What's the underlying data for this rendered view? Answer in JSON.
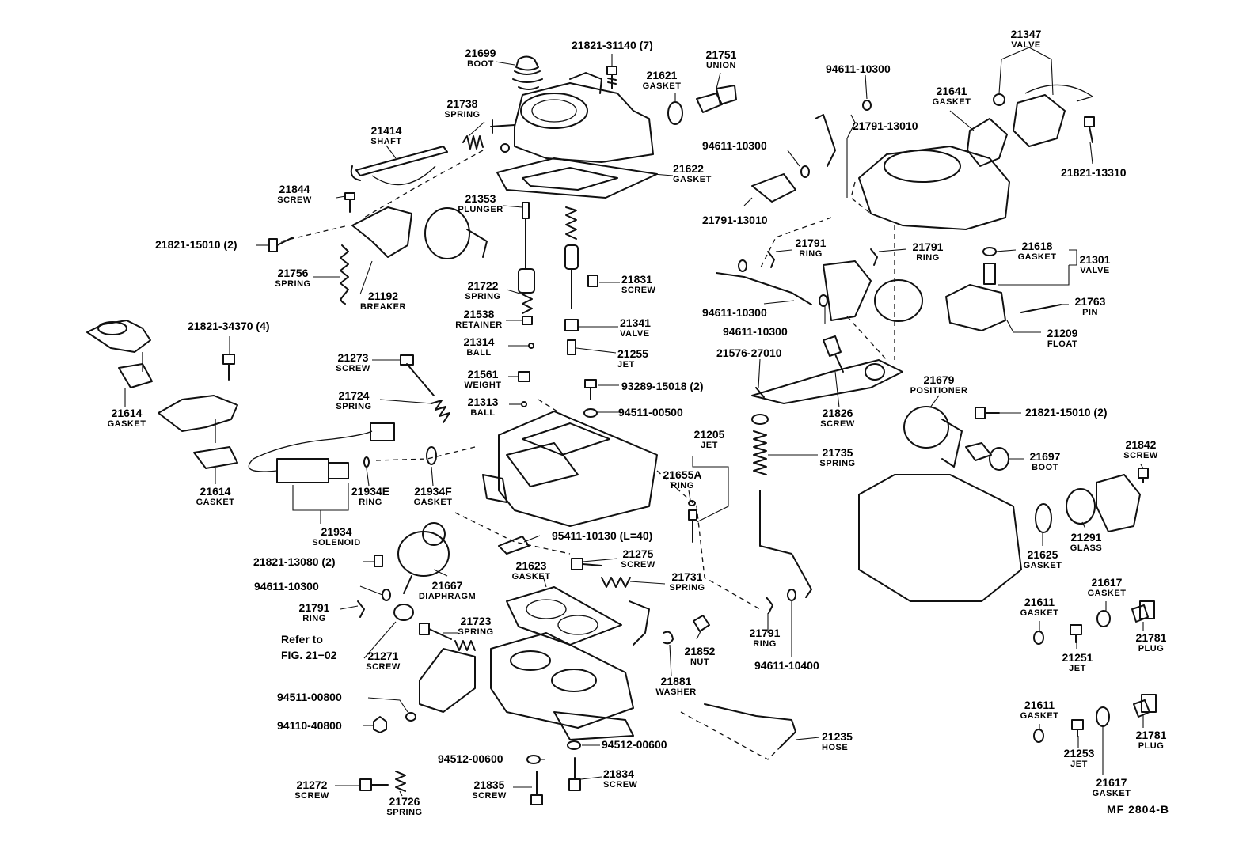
{
  "figure_code": "MF 2804-B",
  "reference": {
    "line1": "Refer to",
    "line2": "FIG. 21−02"
  },
  "parts": [
    {
      "id": "p21699",
      "number": "21699",
      "name": "BOOT"
    },
    {
      "id": "p21821_31140",
      "number": "21821-31140 (7)",
      "name": ""
    },
    {
      "id": "p21621",
      "number": "21621",
      "name": "GASKET"
    },
    {
      "id": "p21751",
      "number": "21751",
      "name": "UNION"
    },
    {
      "id": "p21738",
      "number": "21738",
      "name": "SPRING"
    },
    {
      "id": "p21414",
      "number": "21414",
      "name": "SHAFT"
    },
    {
      "id": "p21622",
      "number": "21622",
      "name": "GASKET"
    },
    {
      "id": "p21844",
      "number": "21844",
      "name": "SCREW"
    },
    {
      "id": "p21353",
      "number": "21353",
      "name": "PLUNGER"
    },
    {
      "id": "p21821_15010a",
      "number": "21821-15010 (2)",
      "name": ""
    },
    {
      "id": "p21756",
      "number": "21756",
      "name": "SPRING"
    },
    {
      "id": "p21192",
      "number": "21192",
      "name": "BREAKER"
    },
    {
      "id": "p21722",
      "number": "21722",
      "name": "SPRING"
    },
    {
      "id": "p21831",
      "number": "21831",
      "name": "SCREW"
    },
    {
      "id": "p21538",
      "number": "21538",
      "name": "RETAINER"
    },
    {
      "id": "p21341",
      "number": "21341",
      "name": "VALVE"
    },
    {
      "id": "p21314",
      "number": "21314",
      "name": "BALL"
    },
    {
      "id": "p21255",
      "number": "21255",
      "name": "JET"
    },
    {
      "id": "p21821_34370",
      "number": "21821-34370 (4)",
      "name": ""
    },
    {
      "id": "p21273",
      "number": "21273",
      "name": "SCREW"
    },
    {
      "id": "p21561",
      "number": "21561",
      "name": "WEIGHT"
    },
    {
      "id": "p93289",
      "number": "93289-15018 (2)",
      "name": ""
    },
    {
      "id": "p21724",
      "number": "21724",
      "name": "SPRING"
    },
    {
      "id": "p21313",
      "number": "21313",
      "name": "BALL"
    },
    {
      "id": "p94511_00500",
      "number": "94511-00500",
      "name": ""
    },
    {
      "id": "p21614a",
      "number": "21614",
      "name": "GASKET"
    },
    {
      "id": "p21614b",
      "number": "21614",
      "name": "GASKET"
    },
    {
      "id": "p21934E",
      "number": "21934E",
      "name": "RING"
    },
    {
      "id": "p21934F",
      "number": "21934F",
      "name": "GASKET"
    },
    {
      "id": "p21934",
      "number": "21934",
      "name": "SOLENOID"
    },
    {
      "id": "p21205",
      "number": "21205",
      "name": "JET"
    },
    {
      "id": "p21655A",
      "number": "21655A",
      "name": "RING"
    },
    {
      "id": "p95411",
      "number": "95411-10130 (L=40)",
      "name": ""
    },
    {
      "id": "p21821_13080",
      "number": "21821-13080 (2)",
      "name": ""
    },
    {
      "id": "p21667",
      "number": "21667",
      "name": "DIAPHRAGM"
    },
    {
      "id": "p21275",
      "number": "21275",
      "name": "SCREW"
    },
    {
      "id": "p21623",
      "number": "21623",
      "name": "GASKET"
    },
    {
      "id": "p21731",
      "number": "21731",
      "name": "SPRING"
    },
    {
      "id": "p94611_a",
      "number": "94611-10300",
      "name": ""
    },
    {
      "id": "p21791_a",
      "number": "21791",
      "name": "RING"
    },
    {
      "id": "p21723",
      "number": "21723",
      "name": "SPRING"
    },
    {
      "id": "p21271",
      "number": "21271",
      "name": "SCREW"
    },
    {
      "id": "p21852",
      "number": "21852",
      "name": "NUT"
    },
    {
      "id": "p21881",
      "number": "21881",
      "name": "WASHER"
    },
    {
      "id": "p94511_00800",
      "number": "94511-00800",
      "name": ""
    },
    {
      "id": "p94110",
      "number": "94110-40800",
      "name": ""
    },
    {
      "id": "p21235",
      "number": "21235",
      "name": "HOSE"
    },
    {
      "id": "p94512_a",
      "number": "94512-00600",
      "name": ""
    },
    {
      "id": "p94512_b",
      "number": "94512-00600",
      "name": ""
    },
    {
      "id": "p21272",
      "number": "21272",
      "name": "SCREW"
    },
    {
      "id": "p21726",
      "number": "21726",
      "name": "SPRING"
    },
    {
      "id": "p21835",
      "number": "21835",
      "name": "SCREW"
    },
    {
      "id": "p21834",
      "number": "21834",
      "name": "SCREW"
    },
    {
      "id": "p94611_b",
      "number": "94611-10300",
      "name": ""
    },
    {
      "id": "p21791_13010a",
      "number": "21791-13010",
      "name": ""
    },
    {
      "id": "p94611_c",
      "number": "94611-10300",
      "name": ""
    },
    {
      "id": "p21791_13010b",
      "number": "21791-13010",
      "name": ""
    },
    {
      "id": "p21347",
      "number": "21347",
      "name": "VALVE"
    },
    {
      "id": "p21641",
      "number": "21641",
      "name": "GASKET"
    },
    {
      "id": "p21821_13310",
      "number": "21821-13310",
      "name": ""
    },
    {
      "id": "p21791_b",
      "number": "21791",
      "name": "RING"
    },
    {
      "id": "p21791_c",
      "number": "21791",
      "name": "RING"
    },
    {
      "id": "p21618",
      "number": "21618",
      "name": "GASKET"
    },
    {
      "id": "p21301",
      "number": "21301",
      "name": "VALVE"
    },
    {
      "id": "p94611_d",
      "number": "94611-10300",
      "name": ""
    },
    {
      "id": "p94611_e",
      "number": "94611-10300",
      "name": ""
    },
    {
      "id": "p21763",
      "number": "21763",
      "name": "PIN"
    },
    {
      "id": "p21209",
      "number": "21209",
      "name": "FLOAT"
    },
    {
      "id": "p21576",
      "number": "21576-27010",
      "name": ""
    },
    {
      "id": "p21679",
      "number": "21679",
      "name": "POSITIONER"
    },
    {
      "id": "p21826",
      "number": "21826",
      "name": "SCREW"
    },
    {
      "id": "p21821_15010b",
      "number": "21821-15010 (2)",
      "name": ""
    },
    {
      "id": "p21735",
      "number": "21735",
      "name": "SPRING"
    },
    {
      "id": "p21697",
      "number": "21697",
      "name": "BOOT"
    },
    {
      "id": "p21842",
      "number": "21842",
      "name": "SCREW"
    },
    {
      "id": "p21625",
      "number": "21625",
      "name": "GASKET"
    },
    {
      "id": "p21291",
      "number": "21291",
      "name": "GLASS"
    },
    {
      "id": "p21791_d",
      "number": "21791",
      "name": "RING"
    },
    {
      "id": "p94611_10400",
      "number": "94611-10400",
      "name": ""
    },
    {
      "id": "p21617a",
      "number": "21617",
      "name": "GASKET"
    },
    {
      "id": "p21611a",
      "number": "21611",
      "name": "GASKET"
    },
    {
      "id": "p21781a",
      "number": "21781",
      "name": "PLUG"
    },
    {
      "id": "p21251",
      "number": "21251",
      "name": "JET"
    },
    {
      "id": "p21611b",
      "number": "21611",
      "name": "GASKET"
    },
    {
      "id": "p21781b",
      "number": "21781",
      "name": "PLUG"
    },
    {
      "id": "p21253",
      "number": "21253",
      "name": "JET"
    },
    {
      "id": "p21617b",
      "number": "21617",
      "name": "GASKET"
    }
  ]
}
